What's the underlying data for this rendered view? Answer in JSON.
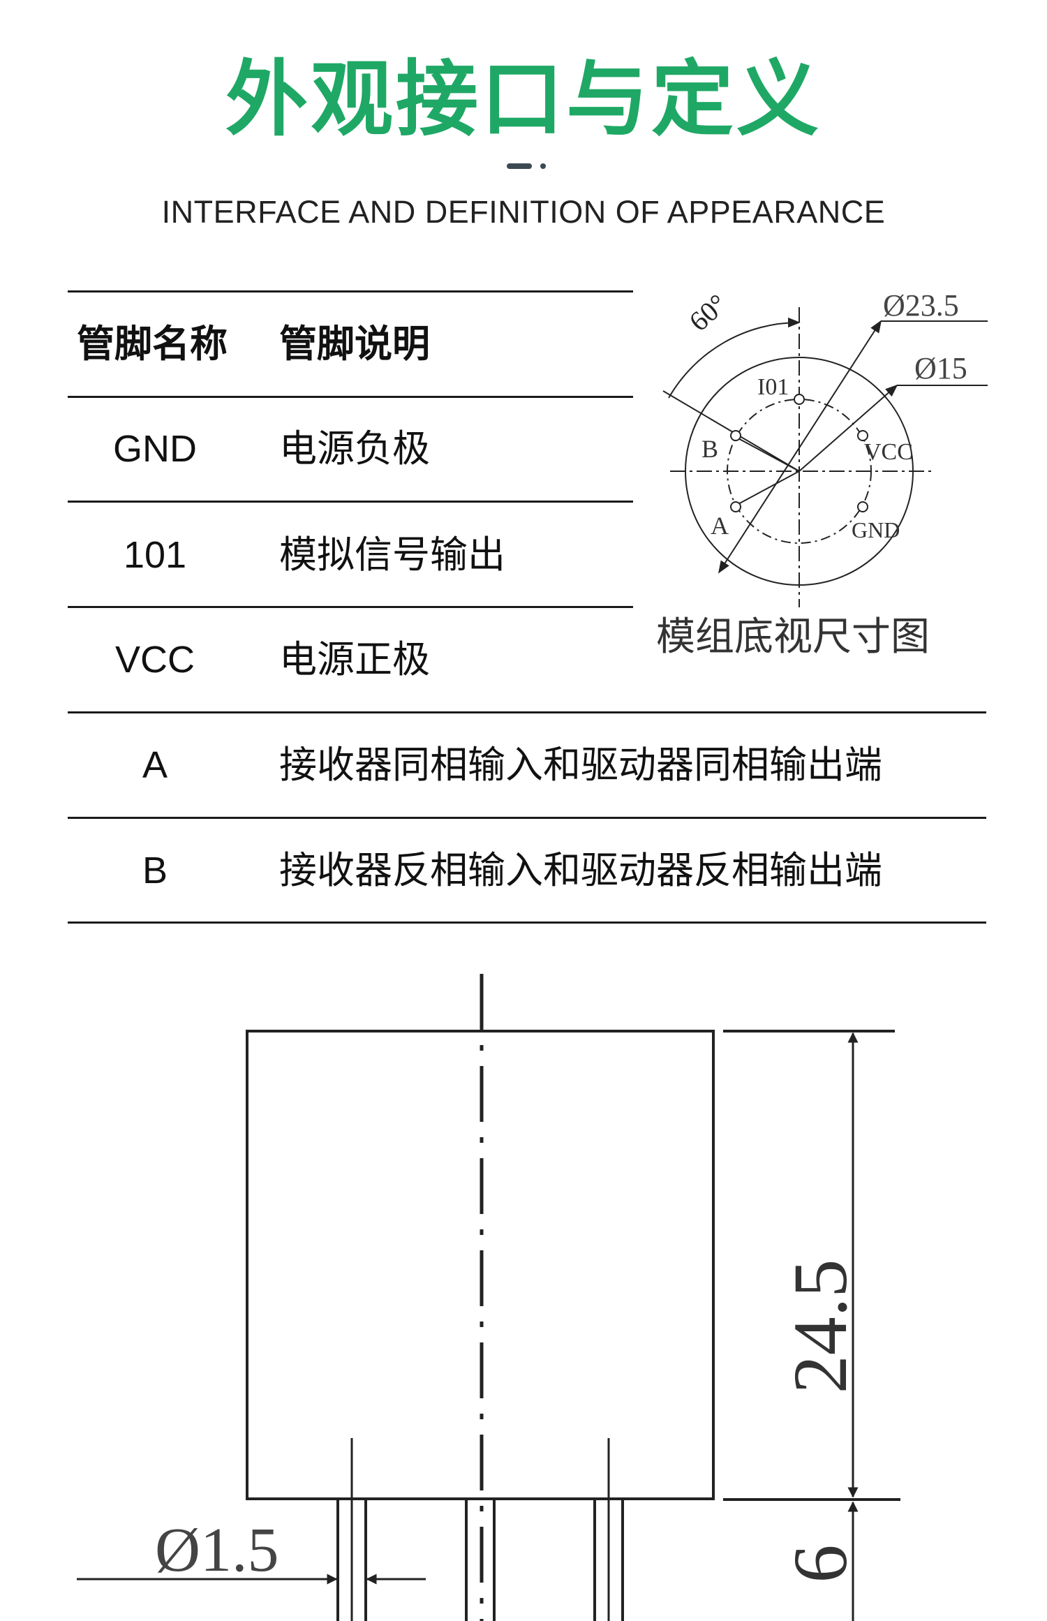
{
  "header": {
    "title": "外观接口与定义",
    "subtitle": "INTERFACE AND DEFINITION OF APPEARANCE",
    "accent_color": "#1fa865"
  },
  "pin_table": {
    "columns": [
      "管脚名称",
      "管脚说明"
    ],
    "rows": [
      {
        "pin": "GND",
        "desc": "电源负极"
      },
      {
        "pin": "101",
        "desc": "模拟信号输出"
      },
      {
        "pin": "VCC",
        "desc": "电源正极"
      },
      {
        "pin": "A",
        "desc": "接收器同相输入和驱动器同相输出端"
      },
      {
        "pin": "B",
        "desc": "接收器反相输入和驱动器反相输出端"
      }
    ]
  },
  "bottom_view": {
    "angle_label": "60°",
    "outer_dia_label": "Ø23.5",
    "inner_dia_label": "Ø15",
    "pin_labels": [
      "I01",
      "B",
      "VCC",
      "A",
      "GND"
    ],
    "caption": "模组底视尺寸图"
  },
  "side_view": {
    "height_label": "24.5",
    "pin_length_label": "6",
    "pin_dia_label": "Ø1.5"
  }
}
